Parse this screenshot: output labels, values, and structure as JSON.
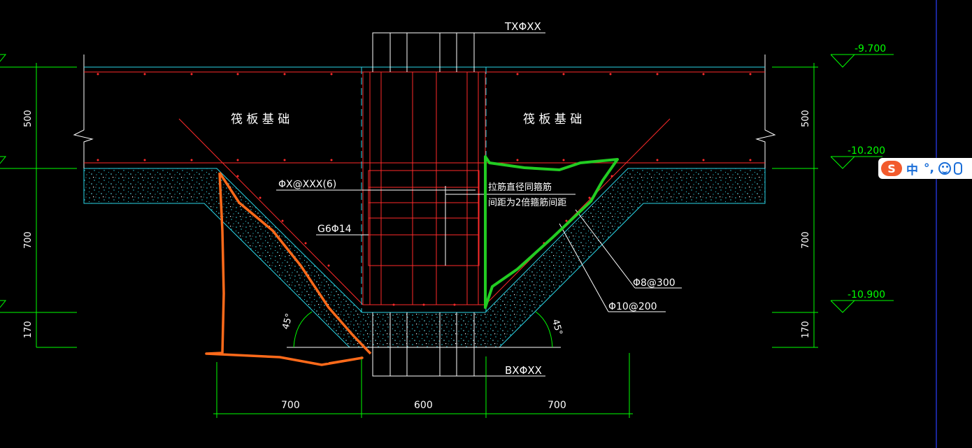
{
  "drawing": {
    "left_label": "筏 板 基 础",
    "right_label": "筏 板 基 础",
    "top_rebar": "TXΦXX",
    "bottom_rebar": "BXΦXX",
    "stirrup": "ΦX@XXX(6)",
    "side_bars": "G6Φ14",
    "note_line1": "拉筋直径同箍筋",
    "note_line2": "间距为2倍箍筋间距",
    "rebar_phi8": "Φ8@300",
    "rebar_phi10": "Φ10@200",
    "angle_left": "45°",
    "angle_right": "45°"
  },
  "dimensions": {
    "elev_top": "-9.700",
    "elev_mid": "-10.200",
    "elev_bot": "-10.900",
    "left_500": "500",
    "left_700": "700",
    "left_170": "170",
    "right_500": "500",
    "right_700": "700",
    "right_170": "170",
    "bottom_700_left": "700",
    "bottom_600": "600",
    "bottom_700_right": "700"
  },
  "ime_toolbar": {
    "logo": "S",
    "lang": "中",
    "punct": "°,"
  },
  "colors": {
    "background": "#000000",
    "dim_line": "#00ff00",
    "slab_line": "#ff2a2a",
    "outline": "#ffffff",
    "hatch": "#2ad4e6",
    "markup_green": "#22cc22",
    "markup_orange": "#ff6a1a",
    "divider": "#2233cc"
  }
}
